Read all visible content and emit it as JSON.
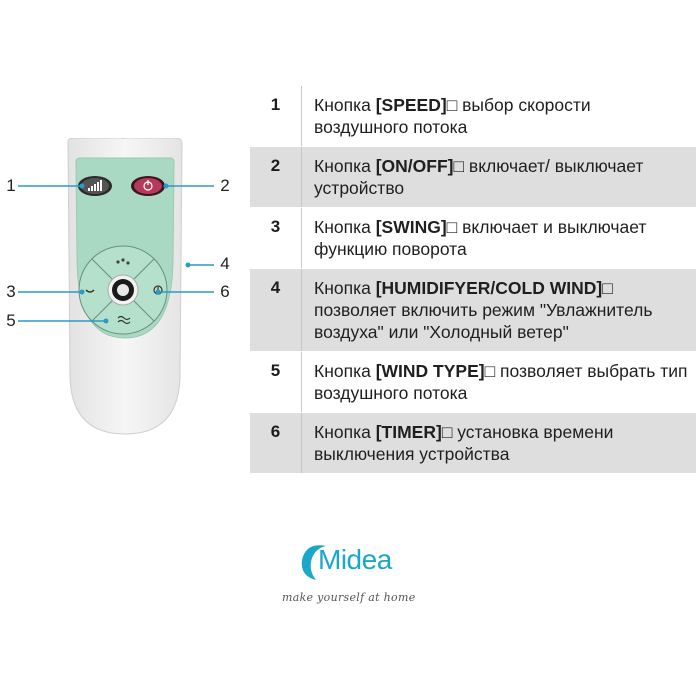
{
  "callouts": [
    "1",
    "2",
    "3",
    "4",
    "5",
    "6"
  ],
  "rows": [
    {
      "num": "1",
      "pre": "Кнопка ",
      "key": "[SPEED]",
      "post": "□ выбор скорости воздушного потока"
    },
    {
      "num": "2",
      "pre": "Кнопка ",
      "key": "[ON/OFF]",
      "post": "□ включает/ выключает устройство"
    },
    {
      "num": "3",
      "pre": "Кнопка ",
      "key": "[SWING]",
      "post": "□ включает и выключает функцию поворота"
    },
    {
      "num": "4",
      "pre": "Кнопка ",
      "key": "[HUMIDIFYER/COLD WIND]",
      "post": "□ позволяет включить режим \"Увлажнитель воздуха\" или \"Холодный ветер\""
    },
    {
      "num": "5",
      "pre": "Кнопка ",
      "key": "[WIND TYPE]",
      "post": "□ позволяет выбрать тип воздушного потока"
    },
    {
      "num": "6",
      "pre": "Кнопка ",
      "key": "[TIMER]",
      "post": "□ установка времени выключения устройства"
    }
  ],
  "brand": {
    "name": "Midea",
    "tagline": "make yourself at home",
    "color": "#1aa7c9"
  },
  "colors": {
    "remote_body": "#efefef",
    "remote_panel": "#a9d9c2",
    "power_button": "#b5395d"
  }
}
